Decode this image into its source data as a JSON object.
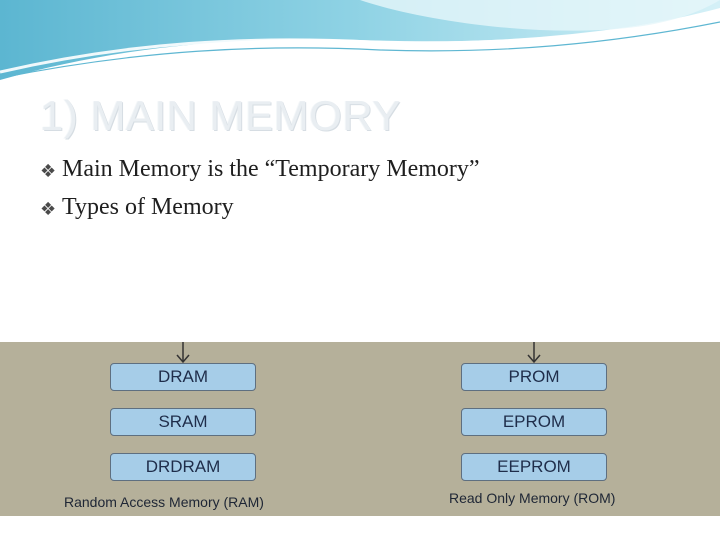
{
  "slide": {
    "title": "1) MAIN MEMORY",
    "bullet_glyph": "❖",
    "bullets": [
      "Main Memory is the “Temporary Memory”",
      "Types of Memory"
    ]
  },
  "diagram": {
    "background_color": "#b5b09a",
    "box_color": "#a6cde8",
    "ram": {
      "caption": "Random Access Memory (RAM)",
      "boxes": [
        "DRAM",
        "SRAM",
        "DRDRAM"
      ]
    },
    "rom": {
      "caption": "Read Only Memory (ROM)",
      "boxes": [
        "PROM",
        "EPROM",
        "EEPROM"
      ]
    }
  }
}
